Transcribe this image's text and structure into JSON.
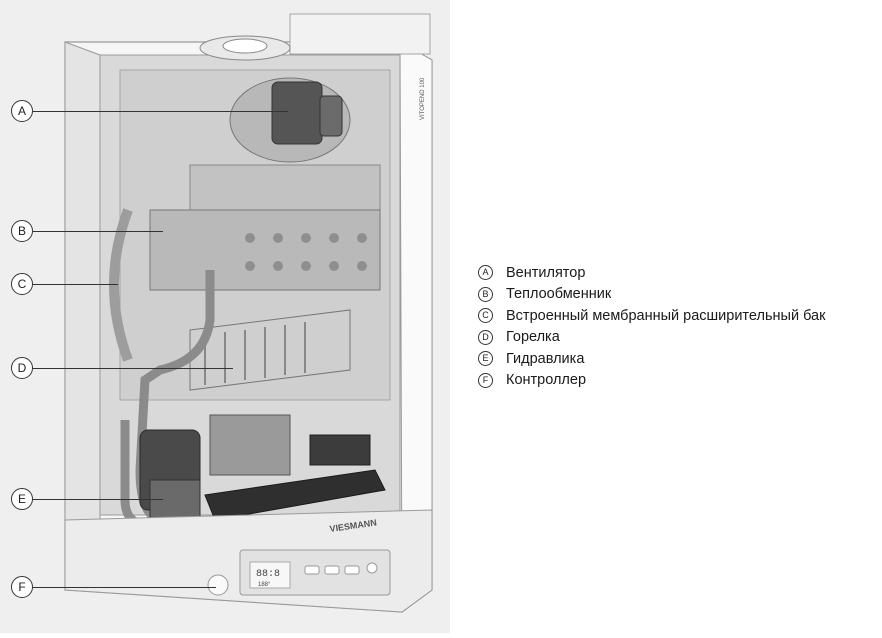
{
  "illustration": {
    "brand_mark": "VIESMANN",
    "model_mark": "VITOPEND 100",
    "display_digits": "88:8",
    "display_lower": "188°"
  },
  "callouts": [
    {
      "letter": "A"
    },
    {
      "letter": "B"
    },
    {
      "letter": "C"
    },
    {
      "letter": "D"
    },
    {
      "letter": "E"
    },
    {
      "letter": "F"
    }
  ],
  "legend": [
    {
      "letter": "A",
      "label": "Вентилятор"
    },
    {
      "letter": "B",
      "label": "Теплообменник"
    },
    {
      "letter": "C",
      "label": "Встроенный мембранный расширительный бак"
    },
    {
      "letter": "D",
      "label": "Горелка"
    },
    {
      "letter": "E",
      "label": "Гидравлика"
    },
    {
      "letter": "F",
      "label": "Контроллер"
    }
  ],
  "colors": {
    "panel_background": "#efefef",
    "casing": "#f4f4f4",
    "metal": "#bdbdbd",
    "dark_parts": "#3a3a3a",
    "line": "#333333"
  }
}
